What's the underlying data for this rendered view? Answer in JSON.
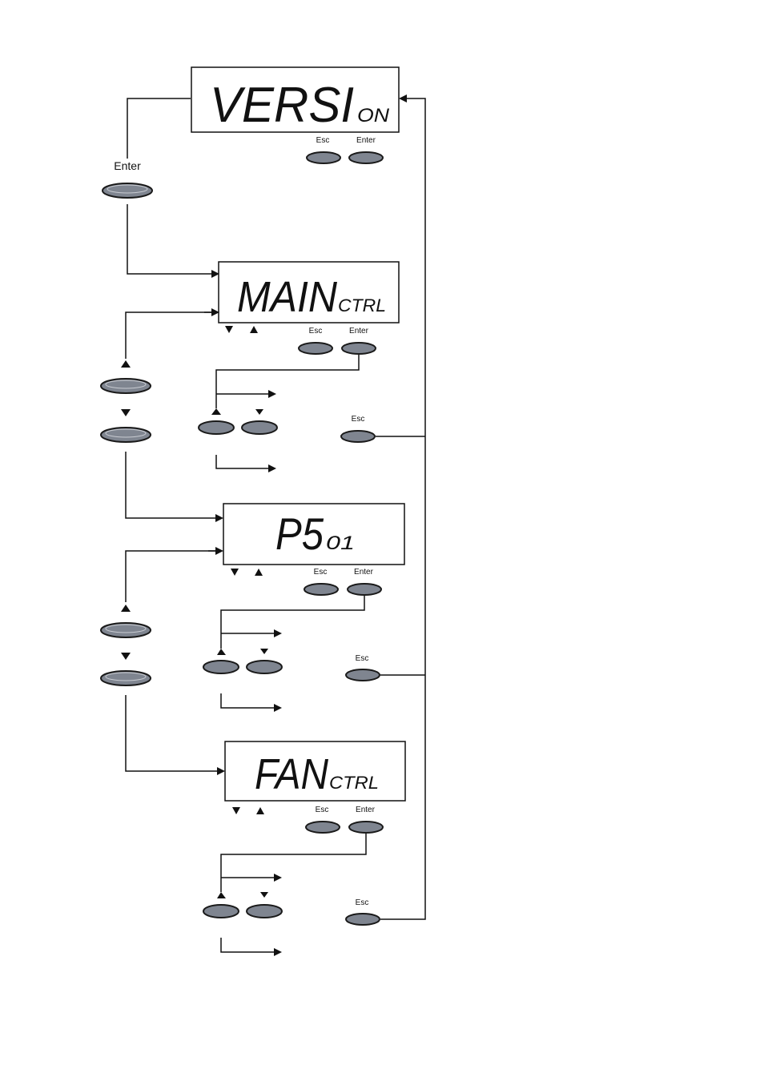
{
  "labels": {
    "esc": "Esc",
    "enter": "Enter"
  },
  "displays": [
    {
      "main": "VERSI",
      "sub": "ON"
    },
    {
      "main": "MAIN",
      "sub": "CTRL"
    },
    {
      "main": "P5",
      "sub": "01"
    },
    {
      "main": "FAN",
      "sub": "CTRL"
    }
  ],
  "colors": {
    "button_fill": "#7f8590",
    "line": "#111111"
  },
  "icons": {
    "up": "triangle-up-icon",
    "down": "triangle-down-icon",
    "arrow": "arrowhead-icon"
  }
}
